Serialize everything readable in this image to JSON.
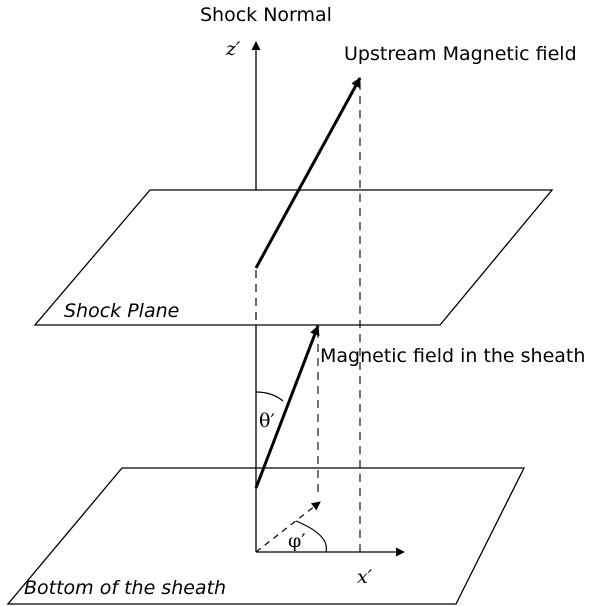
{
  "labels": {
    "shock_normal": "Shock Normal",
    "z_axis": "z′",
    "upstream_field": "Upstream Magnetic field",
    "shock_plane": "Shock Plane",
    "sheath_field": "Magnetic field in the sheath",
    "theta": "θ′",
    "phi": "φ′",
    "x_axis": "x′",
    "bottom": "Bottom of the sheath"
  }
}
